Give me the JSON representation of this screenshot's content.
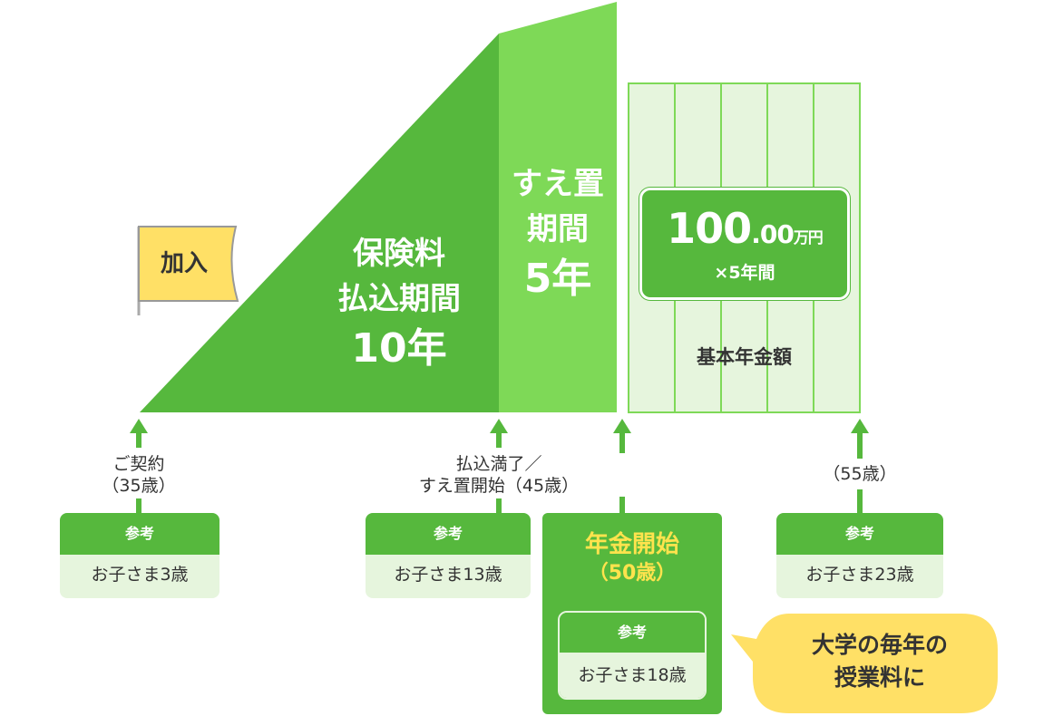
{
  "enrollment_flag": "加入",
  "premium_period": {
    "line1": "保険料",
    "line2": "払込期間",
    "years": "10年"
  },
  "deferment_period": {
    "line1": "すえ置",
    "line2": "期間",
    "years": "5年"
  },
  "basic_amount": {
    "value_int": "100",
    "value_dec": ".00",
    "unit": "万円",
    "times": "×5年間",
    "label": "基本年金額"
  },
  "events": {
    "contract": {
      "line1": "ご契約",
      "line2": "（35歳）",
      "ref_title": "参考",
      "ref_child": "お子さま3歳"
    },
    "paid_up": {
      "line1": "払込満了／",
      "line2": "すえ置開始（45歳）",
      "ref_title": "参考",
      "ref_child": "お子さま13歳"
    },
    "annuity_start": {
      "title": "年金開始",
      "age": "（50歳）",
      "ref_title": "参考",
      "ref_child": "お子さま18歳"
    },
    "end": {
      "line1": "（55歳）",
      "ref_title": "参考",
      "ref_child": "お子さま23歳"
    }
  },
  "callout": {
    "line1": "大学の毎年の",
    "line2": "授業料に"
  },
  "colors": {
    "green_dark": "#56b83d",
    "green_mid": "#7ed957",
    "green_light": "#e6f5dd",
    "yellow": "#ffe066"
  }
}
